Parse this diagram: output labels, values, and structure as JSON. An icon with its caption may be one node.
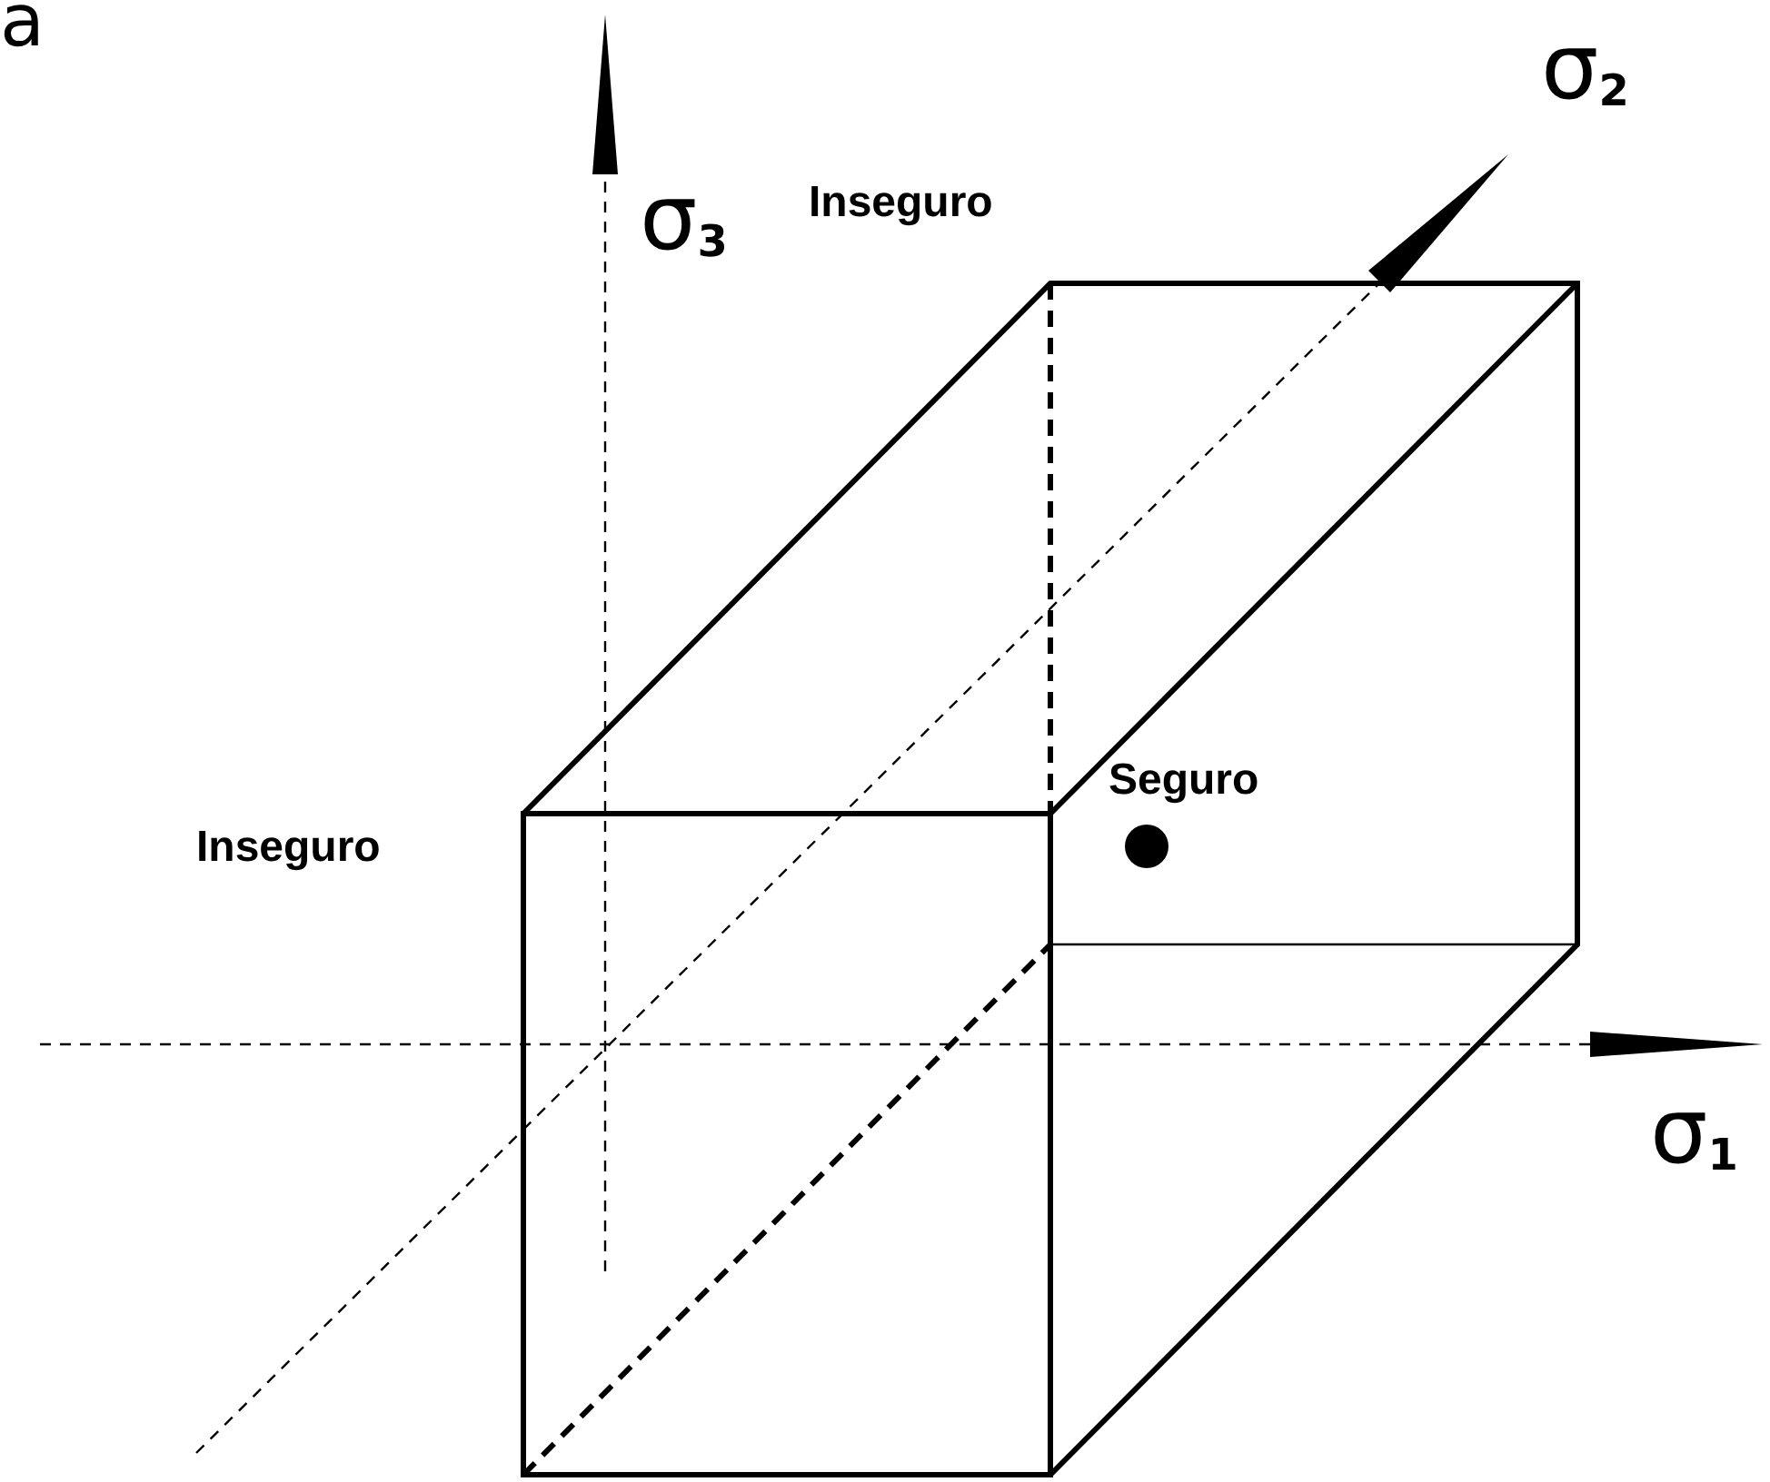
{
  "diagram": {
    "labels": [
      "a",
      "σ$_{3}$",
      "Inseguro",
      "σ$_{2}$",
      "Seguro",
      "Inseguro",
      "σ$_{1}$"
    ]
  }
}
